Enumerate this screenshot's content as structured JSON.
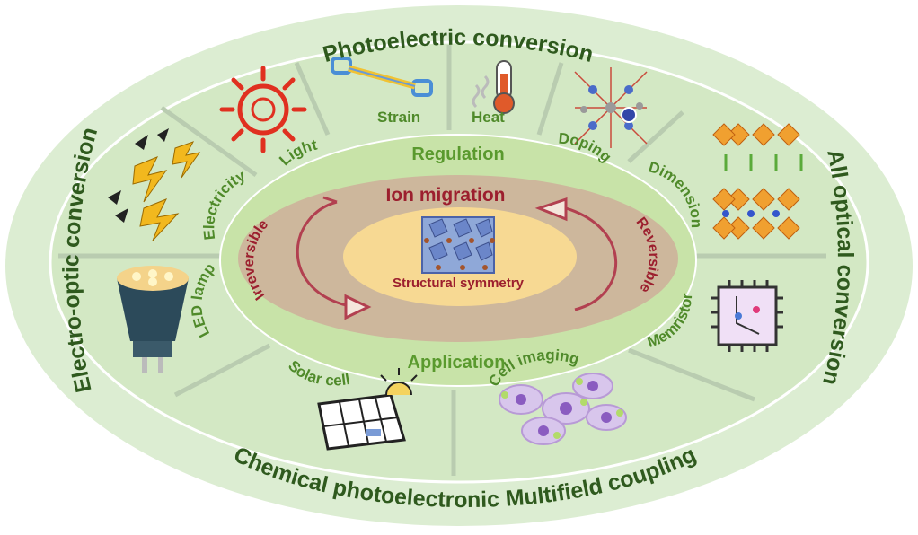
{
  "outer": {
    "top": "Photoelectric conversion",
    "right": "All optical conversion",
    "bottom": "Chemical photoelectronic Multifield coupling",
    "left": "Electro-optic conversion"
  },
  "segments": {
    "light": "Light",
    "strain": "Strain",
    "heat": "Heat",
    "doping": "Doping",
    "dimension": "Dimension",
    "memristor": "Memristor",
    "cell_imaging": "Cell imaging",
    "solar_cell": "Solar cell",
    "led_lamp": "LED lamp",
    "electricity": "Electricity"
  },
  "ring": {
    "regulation": "Regulation",
    "application": "Application"
  },
  "core": {
    "ion_migration": "Ion migration",
    "structural_symmetry": "Structural symmetry",
    "irreversible": "Irreversible",
    "reversible": "Reversible"
  },
  "icons": [
    "sun-icon",
    "spring-icon",
    "thermometer-icon",
    "crystal-lattice-icon",
    "layered-structure-icon",
    "chip-icon",
    "cells-icon",
    "solar-panel-icon",
    "led-bulb-icon",
    "lightning-icon"
  ]
}
